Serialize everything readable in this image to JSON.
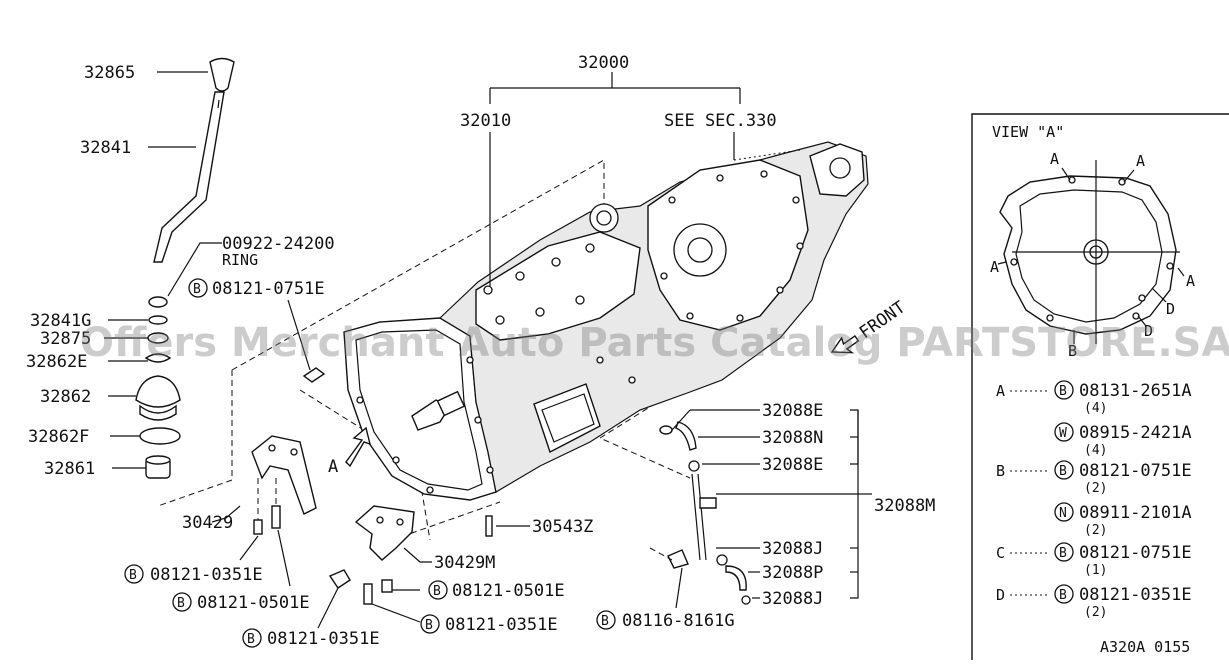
{
  "diagram": {
    "parts": {
      "p32865": "32865",
      "p32841": "32841",
      "p00922": "00922-24200",
      "ring": "RING",
      "b08121_0751e_top": "08121-0751E",
      "p32841g": "32841G",
      "p32875": "32875",
      "p32862e": "32862E",
      "p32862": "32862",
      "p32862f": "32862F",
      "p32861": "32861",
      "p30429": "30429",
      "b08121_0351e_a": "08121-0351E",
      "b08121_0501e_a": "08121-0501E",
      "b08121_0351e_b": "08121-0351E",
      "p30429m": "30429M",
      "b08121_0501e_b": "08121-0501E",
      "b08121_0351e_c": "08121-0351E",
      "p30543z": "30543Z",
      "p32000": "32000",
      "p32010": "32010",
      "see_sec": "SEE SEC.330",
      "front": "FRONT",
      "arrow_a": "A",
      "p32088e_1": "32088E",
      "p32088n": "32088N",
      "p32088e_2": "32088E",
      "p32088m": "32088M",
      "p32088j_1": "32088J",
      "p32088p": "32088P",
      "p32088j_2": "32088J",
      "b08116_8161g": "08116-8161G"
    },
    "bolt_prefix": "B",
    "view": {
      "title": "VIEW \"A\"",
      "points": [
        "A",
        "A",
        "A",
        "A",
        "D",
        "D",
        "B"
      ],
      "legend": [
        {
          "key": "A",
          "symbol": "B",
          "part": "08131-2651A",
          "qty": "(4)"
        },
        {
          "key": "",
          "symbol": "W",
          "part": "08915-2421A",
          "qty": "(4)"
        },
        {
          "key": "B",
          "symbol": "B",
          "part": "08121-0751E",
          "qty": "(2)"
        },
        {
          "key": "",
          "symbol": "N",
          "part": "08911-2101A",
          "qty": "(2)"
        },
        {
          "key": "C",
          "symbol": "B",
          "part": "08121-0751E",
          "qty": "(1)"
        },
        {
          "key": "D",
          "symbol": "B",
          "part": "08121-0351E",
          "qty": "(2)"
        }
      ]
    },
    "footer_code": "A320A 0155",
    "watermark": "Offers Merchant Auto Parts Catalog PARTSTORE.SA"
  }
}
